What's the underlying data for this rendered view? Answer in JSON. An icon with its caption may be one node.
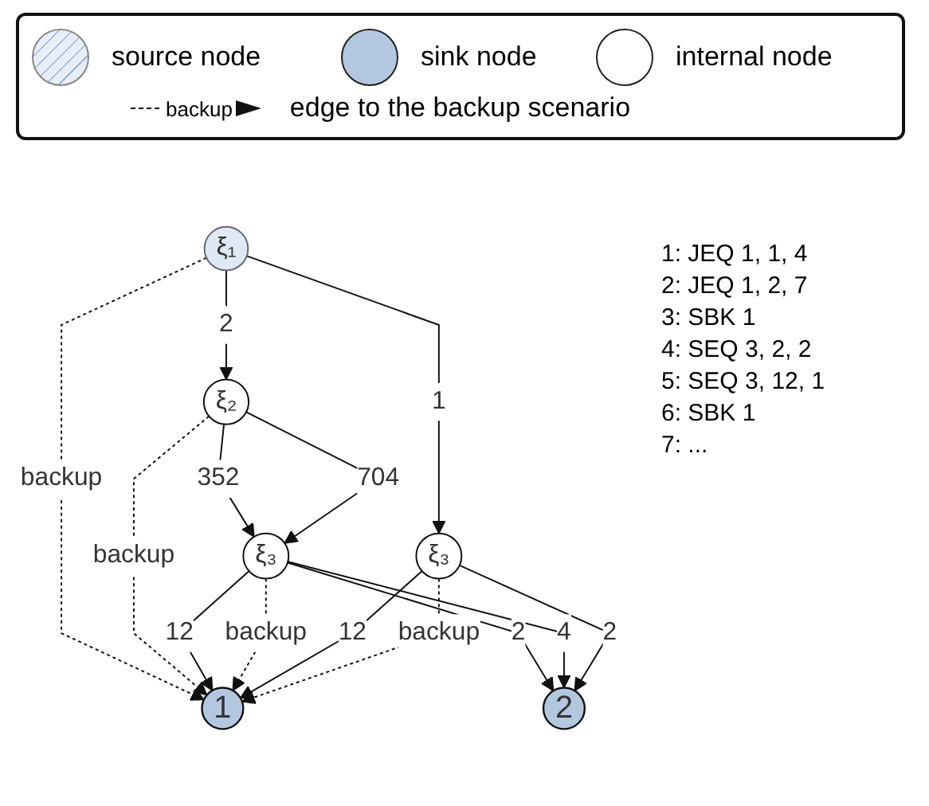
{
  "diagram": {
    "nodes": [
      {
        "text": [
          "ξ₁"
        ]
      },
      {
        "text": [
          "ξ₂"
        ]
      },
      {
        "text": [
          "ξ₃"
        ]
      },
      {
        "text": [
          "ξ₃"
        ]
      },
      {
        "text": [
          "1"
        ]
      },
      {
        "text": [
          "2"
        ]
      }
    ],
    "edges": [
      {
        "from": 0,
        "to": 1,
        "arrow": "to",
        "label": "2"
      },
      {
        "from": 0,
        "to": 3,
        "arrow": "to",
        "label": "1"
      },
      {
        "from": 0,
        "to": 4,
        "arrow": "to",
        "label": "backup",
        "style": "dashed"
      },
      {
        "from": 1,
        "to": 2,
        "arrow": "to",
        "label": "352"
      },
      {
        "from": 1,
        "to": 2,
        "arrow": "to",
        "label": "704"
      },
      {
        "from": 1,
        "to": 4,
        "arrow": "to",
        "label": "backup",
        "style": "dashed"
      },
      {
        "from": 2,
        "to": 4,
        "arrow": "to",
        "label": "12"
      },
      {
        "from": 2,
        "to": 4,
        "arrow": "to",
        "label": "backup",
        "style": "dashed"
      },
      {
        "from": 2,
        "to": 5,
        "arrow": "to",
        "label": "2"
      },
      {
        "from": 2,
        "to": 5,
        "arrow": "to",
        "label": "4"
      },
      {
        "from": 3,
        "to": 4,
        "arrow": "to",
        "label": "12"
      },
      {
        "from": 3,
        "to": 4,
        "arrow": "to",
        "label": "backup",
        "style": "dashed"
      },
      {
        "from": 3,
        "to": 5,
        "arrow": "to",
        "label": "2"
      }
    ],
    "labels": [
      "backup",
      "1: JEQ 1, 1, 4",
      "2: JEQ 1, 2, 7",
      "3: SBK 1",
      "4: SEQ 3, 2, 2",
      "5: SEQ 3, 12, 1",
      "6: SBK 1",
      "7: ..."
    ],
    "legend": [
      {
        "text": "source node"
      },
      {
        "text": "sink node",
        "color": "#b4c7e0"
      },
      {
        "text": "internal node",
        "color": "#ffffff"
      },
      {
        "text": "edge to the backup scenario"
      }
    ]
  }
}
